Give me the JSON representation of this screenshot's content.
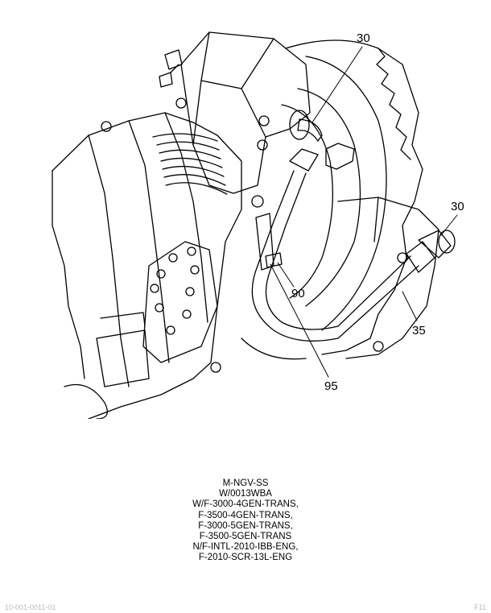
{
  "callouts": {
    "upper_30": "30",
    "right_30": "30",
    "part_90": "90",
    "part_35": "35",
    "part_95": "95"
  },
  "notes": [
    "M-NGV-SS",
    "W/0013WBA",
    "W/F-3000-4GEN-TRANS,",
    "F-3500-4GEN-TRANS,",
    "F-3000-5GEN-TRANS,",
    "F-3500-5GEN-TRANS",
    "N/F-INTL-2010-IBB-ENG,",
    "F-2010-SCR-13L-ENG"
  ],
  "footer": {
    "left": "10-001-0011-01",
    "right": "F11"
  }
}
